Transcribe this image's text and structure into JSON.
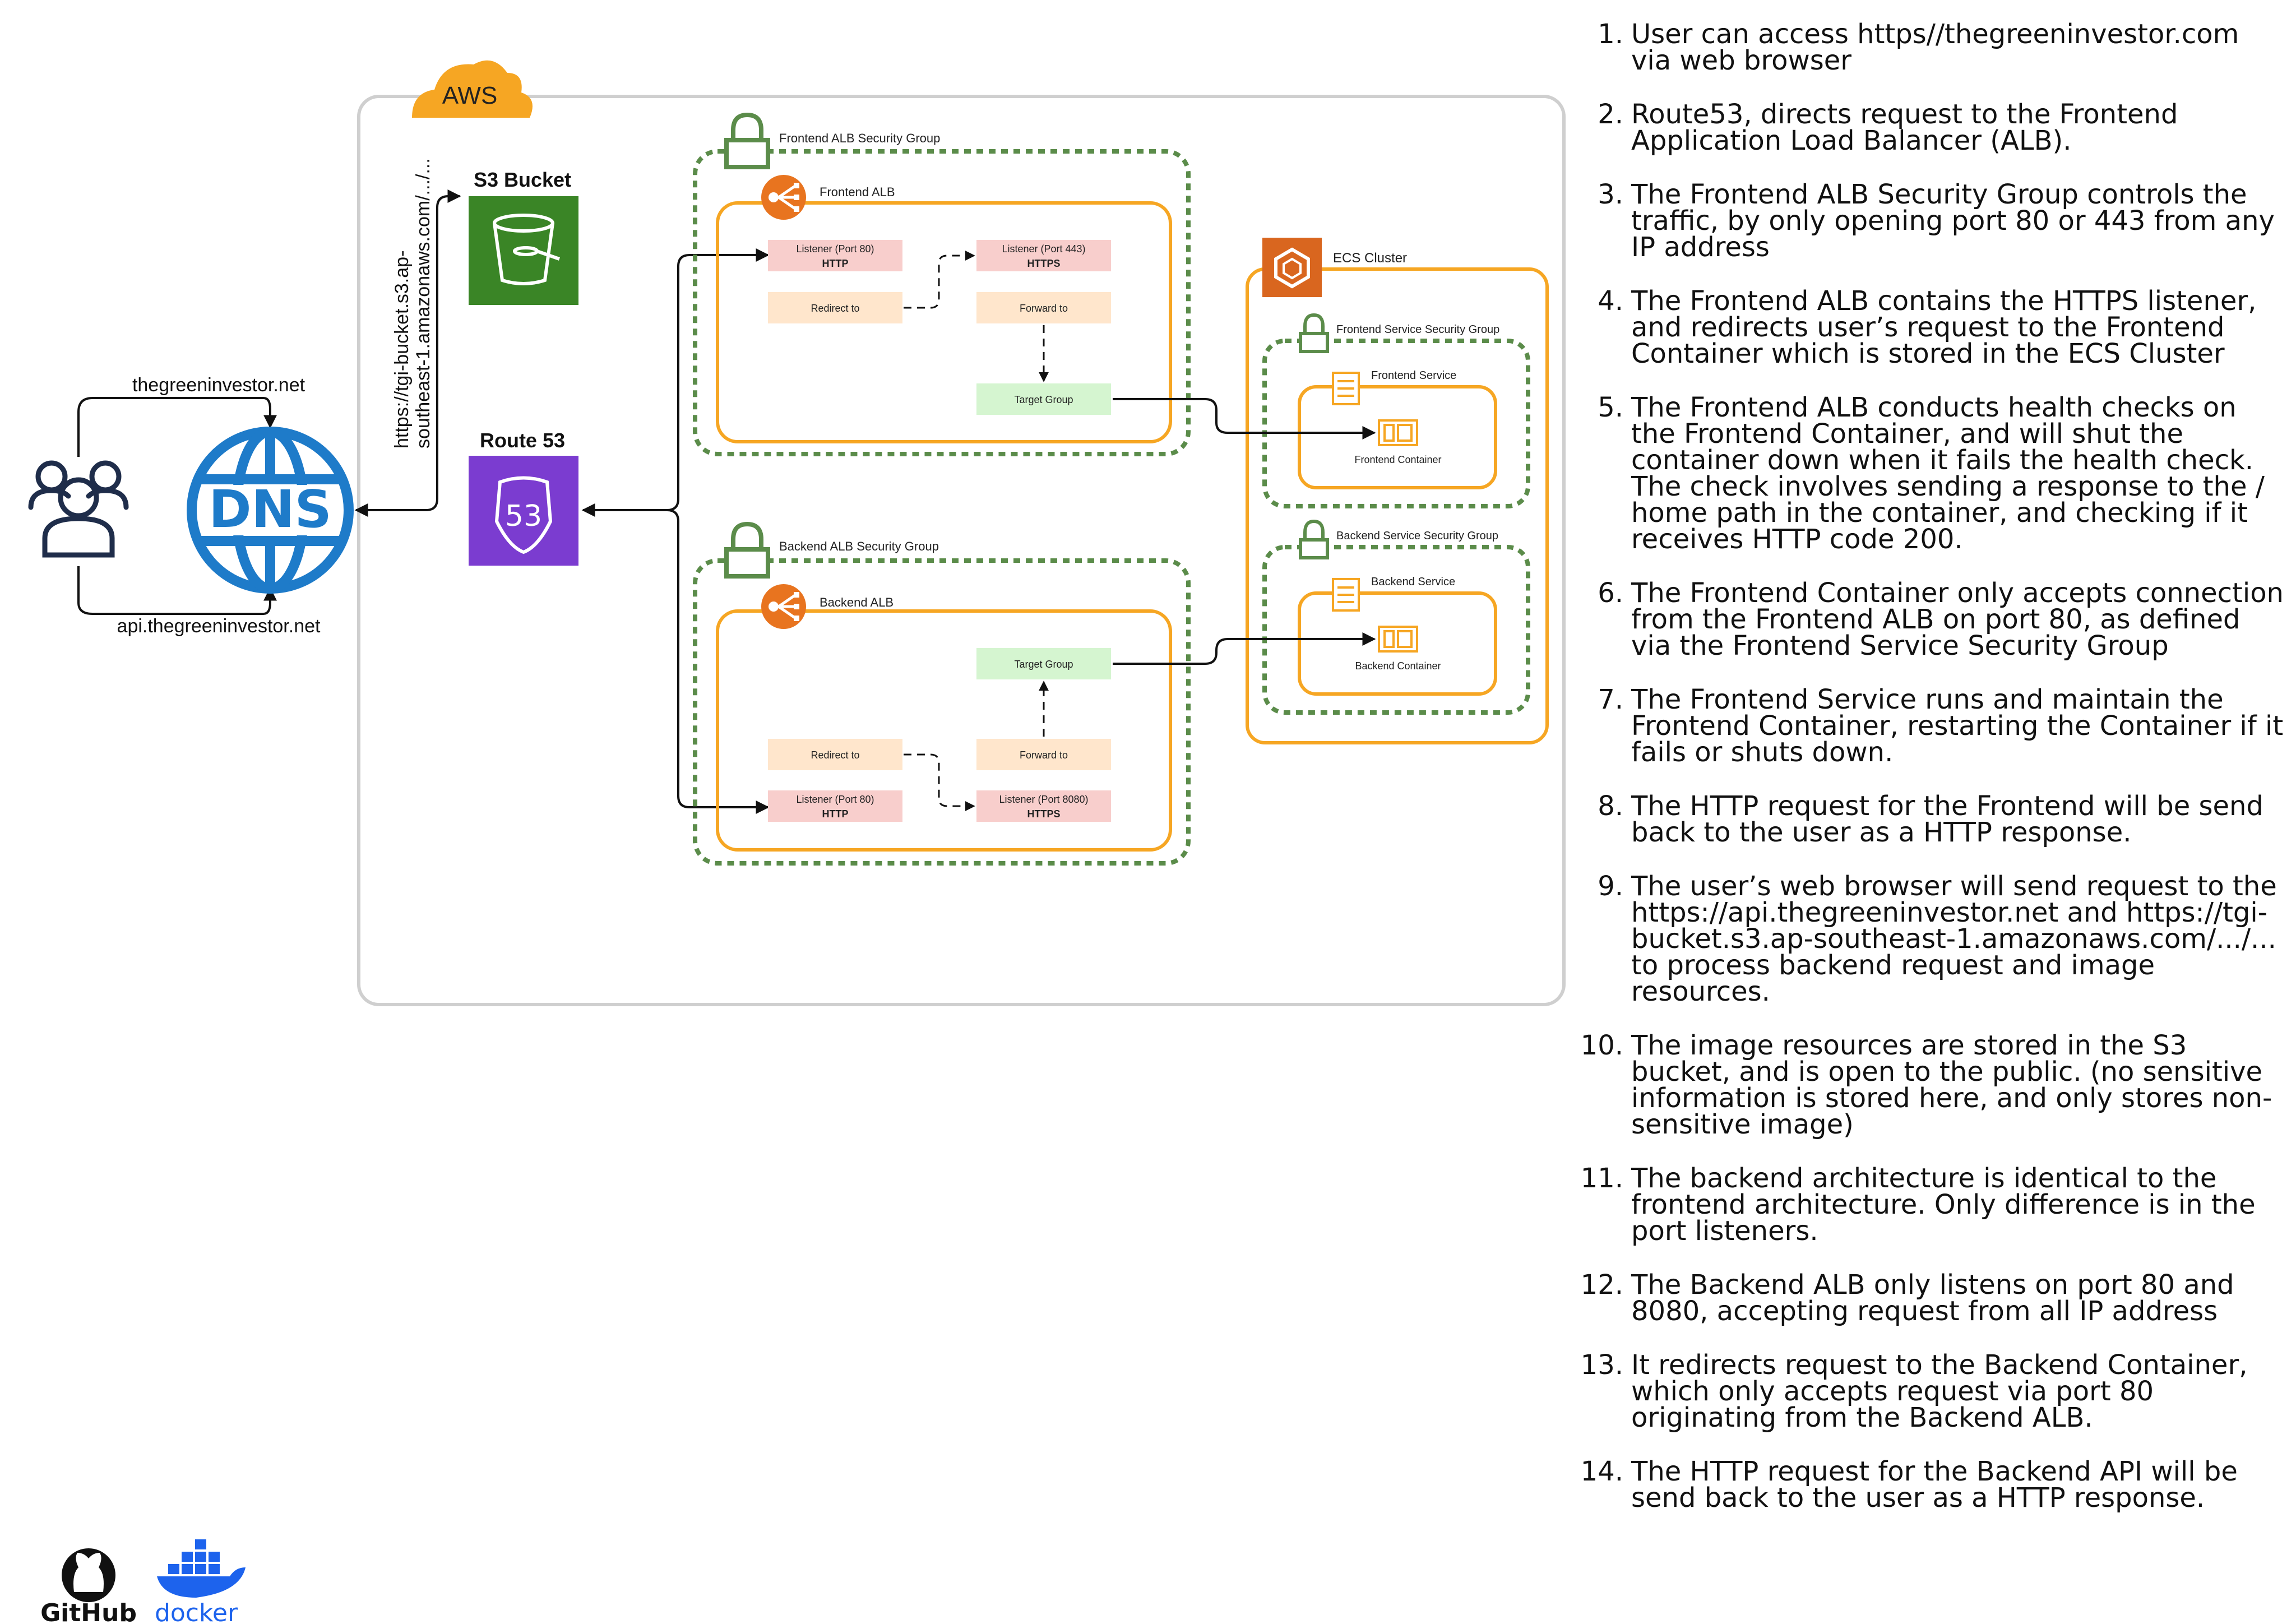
{
  "aws": {
    "label": "AWS"
  },
  "users": {
    "domain_top": "thegreeninvestor.net",
    "domain_bottom": "api.thegreeninvestor.net"
  },
  "dns": {
    "label": "DNS"
  },
  "s3": {
    "label": "S3 Bucket",
    "url_line1": "https://tgi-bucket.s3.ap-",
    "url_line2": "southeast-1.amazonaws.com/.../..."
  },
  "route53": {
    "label": "Route 53",
    "badge": "53"
  },
  "frontend": {
    "sg_label": "Frontend ALB Security Group",
    "alb_label": "Frontend ALB",
    "listener80": {
      "title": "Listener (Port 80)",
      "proto": "HTTP"
    },
    "redirect": "Redirect to",
    "listener443": {
      "title": "Listener (Port 443)",
      "proto": "HTTPS"
    },
    "forward": "Forward to",
    "target": "Target Group"
  },
  "backend": {
    "sg_label": "Backend ALB Security Group",
    "alb_label": "Backend ALB",
    "target": "Target Group",
    "redirect": "Redirect to",
    "forward": "Forward to",
    "listener80": {
      "title": "Listener (Port 80)",
      "proto": "HTTP"
    },
    "listener8080": {
      "title": "Listener (Port 8080)",
      "proto": "HTTPS"
    }
  },
  "ecs": {
    "label": "ECS Cluster",
    "frontend_sg": "Frontend Service Security Group",
    "frontend_service": "Frontend Service",
    "frontend_container": "Frontend Container",
    "backend_sg": "Backend Service Security Group",
    "backend_service": "Backend Service",
    "backend_container": "Backend Container"
  },
  "logos": {
    "github": "GitHub",
    "docker": "docker"
  },
  "colors": {
    "aws_orange": "#F6A623",
    "sg_green": "#5B8C4A",
    "dns_blue": "#1E7BC9",
    "s3_green": "#3A8526",
    "route53_purple": "#7B3CD0",
    "ecs_orange": "#D9661F",
    "docker_blue": "#1D63ED"
  },
  "notes": [
    {
      "num": "1.",
      "text": "User can access https//thegreeninvestor.com via web browser"
    },
    {
      "num": "2.",
      "text": "Route53, directs request to the Frontend Application Load Balancer (ALB)."
    },
    {
      "num": "3.",
      "text": "The Frontend ALB Security Group controls the traffic, by only opening port 80 or 443 from any IP address"
    },
    {
      "num": "4.",
      "text": "The Frontend ALB contains the HTTPS listener, and redirects user’s request to the Frontend Container which is stored in the ECS Cluster"
    },
    {
      "num": "5.",
      "text": "The Frontend ALB conducts health checks on the Frontend Container, and will shut the container down when it fails the health check. The check involves sending a response to the / home path in the container, and checking if it receives HTTP code 200."
    },
    {
      "num": "6.",
      "text": "The Frontend Container only accepts connection from the Frontend ALB on port 80, as defined via the Frontend Service Security Group"
    },
    {
      "num": "7.",
      "text": "The Frontend Service runs and maintain the Frontend Container, restarting the Container if it fails or shuts down."
    },
    {
      "num": "8.",
      "text": "The HTTP request for the Frontend will be send back to the user as a HTTP response."
    },
    {
      "num": "9.",
      "text": "The user’s web browser will send request to the https://api.thegreeninvestor.net and https://tgi-bucket.s3.ap-southeast-1.amazonaws.com/.../... to process backend request and image resources."
    },
    {
      "num": "10.",
      "text": "The image resources are stored in the S3 bucket, and is open to the public. (no sensitive information is stored here, and only stores non-sensitive image)"
    },
    {
      "num": "11.",
      "text": "The backend architecture is identical to the frontend architecture. Only difference is in the port listeners."
    },
    {
      "num": "12.",
      "text": "The Backend ALB only listens on port 80 and 8080, accepting request from all IP address"
    },
    {
      "num": "13.",
      "text": "It redirects request to the Backend Container, which only accepts request via port 80 originating from the Backend ALB."
    },
    {
      "num": "14.",
      "text": "The HTTP request for the Backend API will be send back to the user as a HTTP response."
    }
  ]
}
